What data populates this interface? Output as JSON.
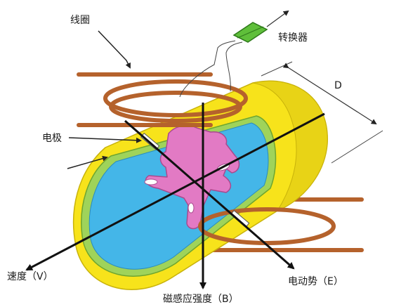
{
  "labels": {
    "coil": "线圈",
    "converter": "转换器",
    "electrode": "电极",
    "diameter": "D",
    "velocity": "速度（V）",
    "magnetic_field": "磁感应强度（B）",
    "emf": "电动势（E）"
  },
  "colors": {
    "pipe_outer": "#f7e31b",
    "pipe_shadow": "#d9c40e",
    "liner": "#9fd35a",
    "fluid": "#44b6e8",
    "coil": "#b5622c",
    "hand": "#e27ac4",
    "converter": "#5fbf3a",
    "arrow": "#111111"
  }
}
